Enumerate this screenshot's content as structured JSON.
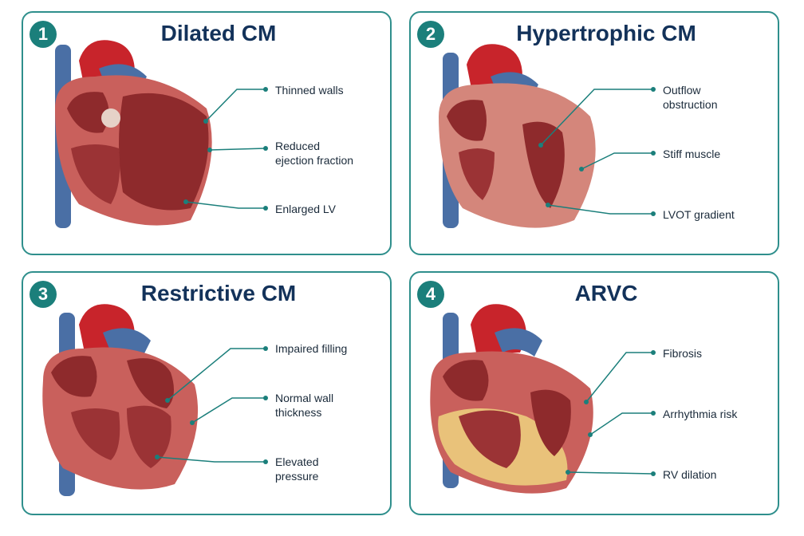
{
  "panels": [
    {
      "number": "1",
      "title": "Dilated CM",
      "labels": [
        "Thinned walls",
        "Reduced\nejection fraction",
        "Enlarged LV"
      ]
    },
    {
      "number": "2",
      "title": "Hypertrophic CM",
      "labels": [
        "Outflow\nobstruction",
        "Stiff muscle",
        "LVOT gradient"
      ]
    },
    {
      "number": "3",
      "title": "Restrictive CM",
      "labels": [
        "Impaired filling",
        "Normal wall\nthickness",
        "Elevated\npressure"
      ]
    },
    {
      "number": "4",
      "title": "ARVC",
      "labels": [
        "Fibrosis",
        "Arrhythmia risk",
        "RV dilation"
      ]
    }
  ],
  "colors": {
    "border": "#2f8f8c",
    "badge": "#1b7f7b",
    "title": "#13325a",
    "leader": "#1b7f7b",
    "myocardium": "#c9605c",
    "chamber": "#8e2a2c",
    "aorta": "#c8242b",
    "vein": "#4a6fa5",
    "fat": "#e9c27a"
  }
}
